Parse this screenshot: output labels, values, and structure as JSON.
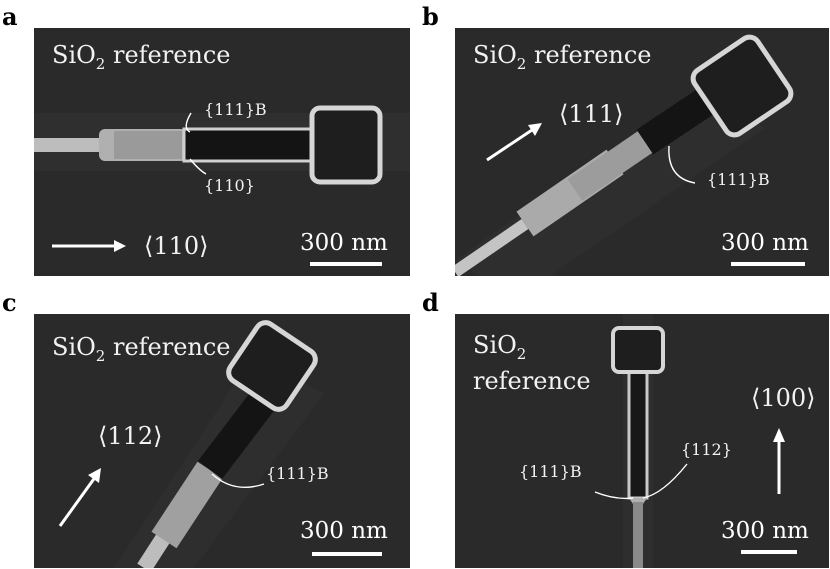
{
  "panels": {
    "a": {
      "letter": "a",
      "ref_main": "SiO",
      "ref_sub": "2",
      "ref_rest": " reference",
      "direction": "⟨110⟩",
      "facet1": "{111}B",
      "facet2": "{110}",
      "scale": "300 nm"
    },
    "b": {
      "letter": "b",
      "ref_main": "SiO",
      "ref_sub": "2",
      "ref_rest": " reference",
      "direction": "⟨111⟩",
      "facet1": "{111}B",
      "scale": "300 nm"
    },
    "c": {
      "letter": "c",
      "ref_main": "SiO",
      "ref_sub": "2",
      "ref_rest": " reference",
      "direction": "⟨112⟩",
      "facet1": "{111}B",
      "scale": "300 nm"
    },
    "d": {
      "letter": "d",
      "ref_main": "SiO",
      "ref_sub": "2",
      "ref_rest": "reference",
      "direction": "⟨100⟩",
      "facet1": "{111}B",
      "facet2": "{112}",
      "scale": "300 nm"
    }
  },
  "colors": {
    "background": "#2a2a2a",
    "structure": "#d6d6d6",
    "text": "#f2f2f2"
  }
}
